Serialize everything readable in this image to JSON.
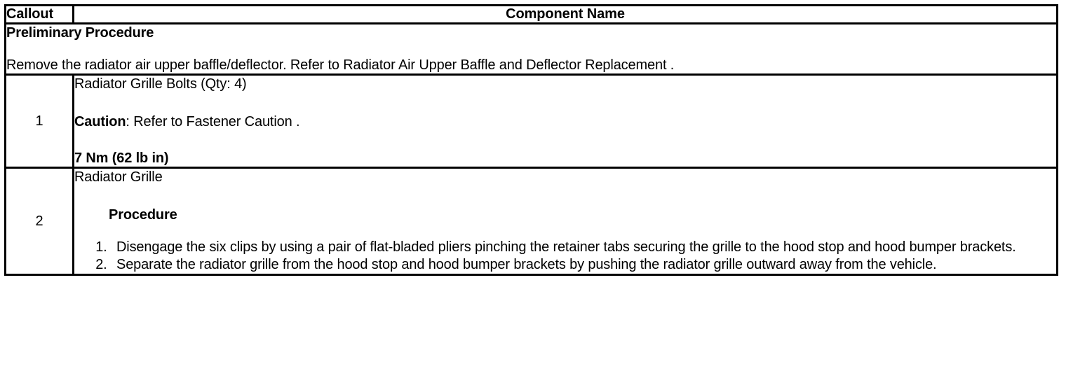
{
  "table": {
    "header": {
      "callout_label": "Callout",
      "component_label": "Component Name"
    },
    "preliminary": {
      "title": "Preliminary Procedure",
      "text": "Remove the radiator air upper baffle/deflector. Refer to Radiator Air Upper Baffle and Deflector Replacement ."
    },
    "rows": [
      {
        "callout": "1",
        "name": "Radiator Grille Bolts (Qty: 4)",
        "caution_label": "Caution",
        "caution_text": ": Refer to Fastener Caution .",
        "torque": "7 Nm (62 lb in)"
      },
      {
        "callout": "2",
        "name": "Radiator Grille",
        "procedure_heading": "Procedure",
        "steps": [
          "Disengage the six clips by using a pair of flat-bladed pliers pinching the retainer tabs securing the grille to the hood stop and hood bumper brackets.",
          "Separate the radiator grille from the hood stop and hood bumper brackets by pushing the radiator grille outward away from the vehicle."
        ]
      }
    ]
  }
}
